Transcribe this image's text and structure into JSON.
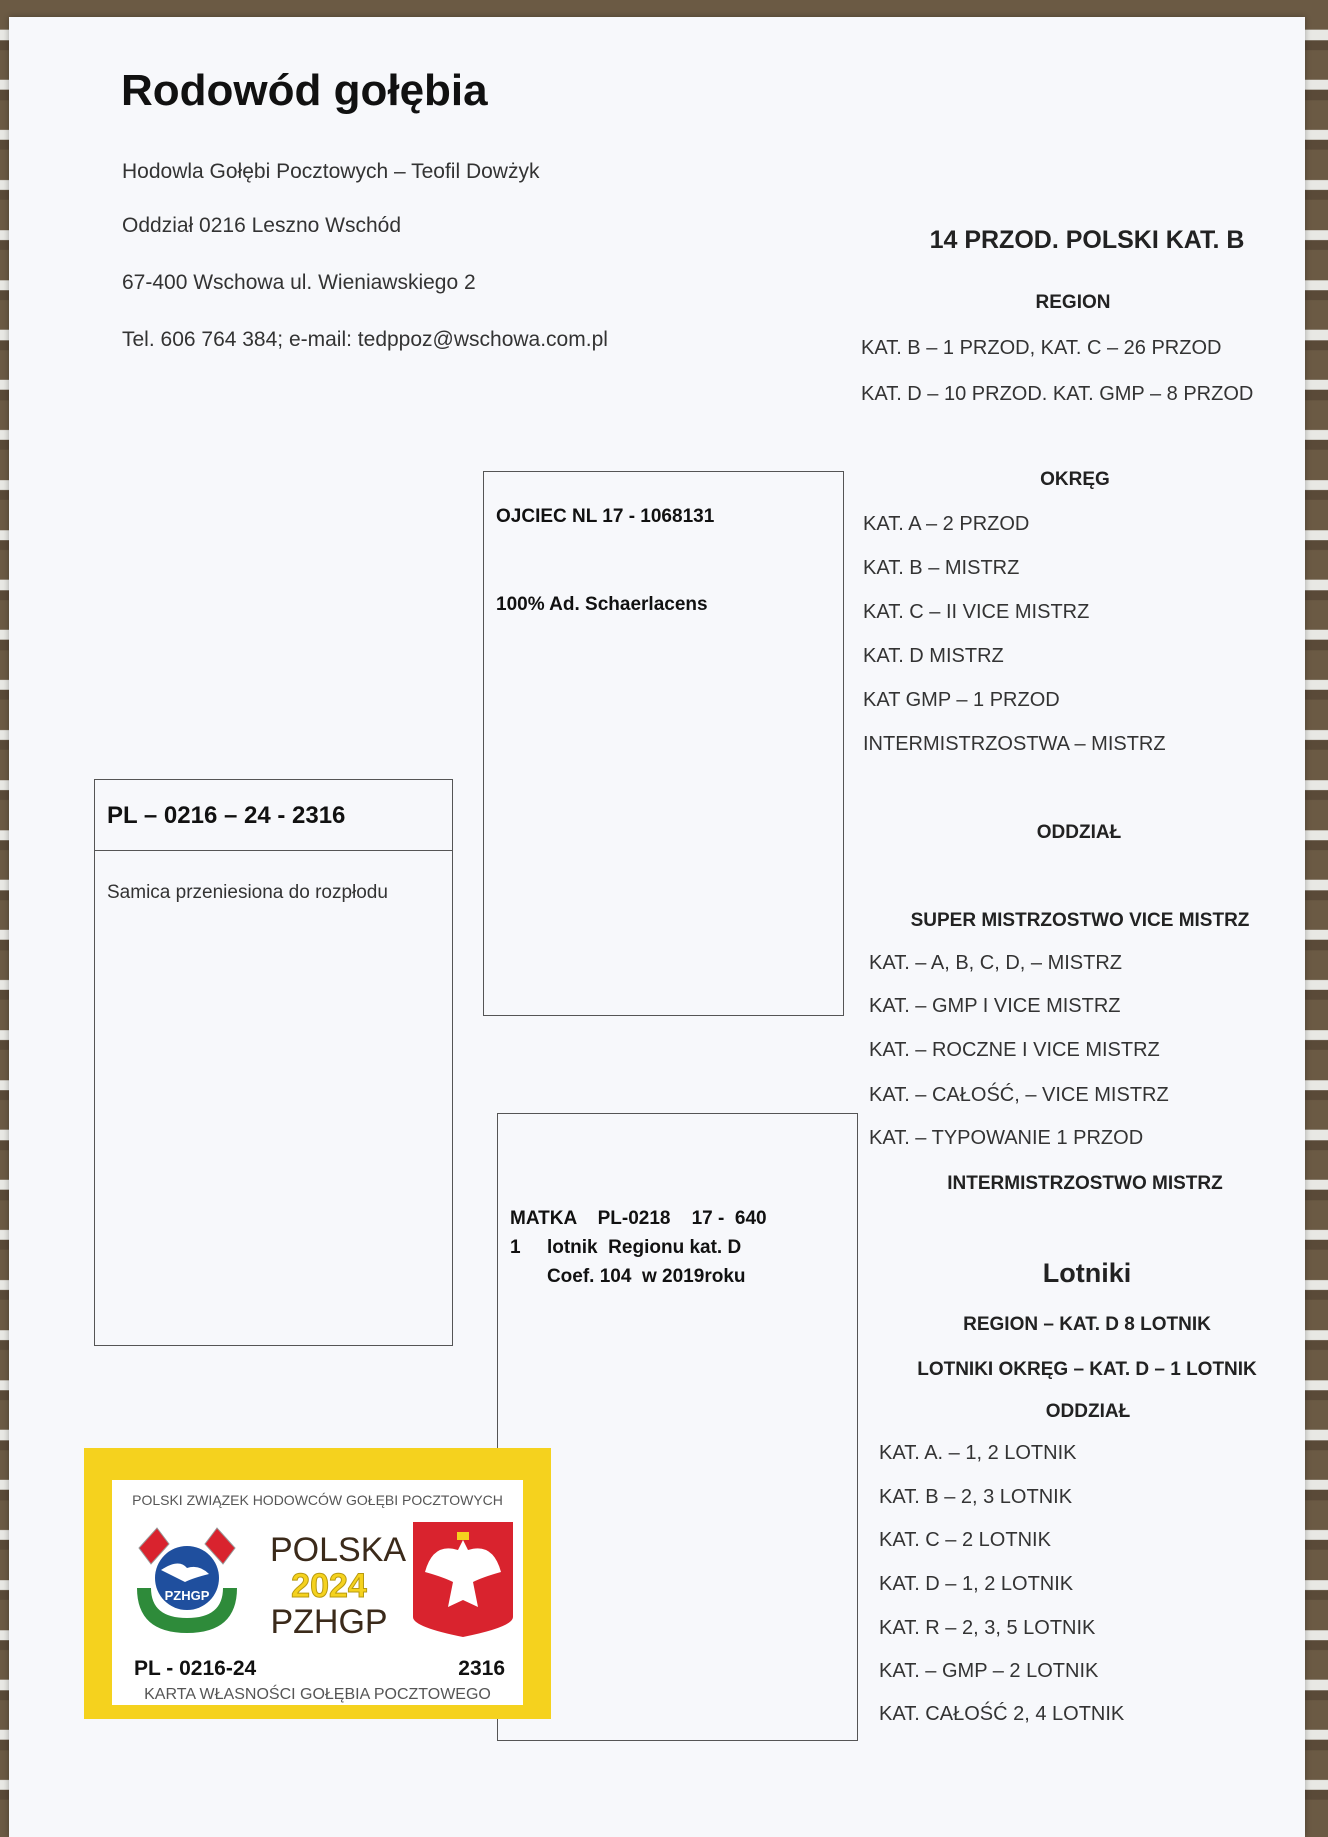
{
  "header": {
    "title": "Rodowód gołębia",
    "lines": [
      "Hodowla Gołębi Pocztowych – Teofil Dowżyk",
      "Oddział 0216  Leszno Wschód",
      "67-400 Wschowa ul. Wieniawskiego 2",
      "Tel. 606 764 384; e-mail: tedppoz@wschowa.com.pl"
    ]
  },
  "achievements": {
    "headline": "14 PRZOD. POLSKI KAT. B",
    "region": {
      "title": "REGION",
      "items": [
        "KAT. B – 1 PRZOD, KAT. C – 26 PRZOD",
        "KAT. D – 10 PRZOD. KAT. GMP – 8 PRZOD"
      ]
    },
    "okreg": {
      "title": "OKRĘG",
      "items": [
        "KAT. A – 2 PRZOD",
        "KAT. B – MISTRZ",
        "KAT. C – II VICE MISTRZ",
        "KAT. D MISTRZ",
        "KAT GMP – 1 PRZOD",
        "INTERMISTRZOSTWA – MISTRZ"
      ]
    },
    "oddzial": {
      "title": "ODDZIAŁ",
      "subtitle": "SUPER MISTRZOSTWO VICE MISTRZ",
      "items": [
        "KAT. – A, B, C, D,  –  MISTRZ",
        "KAT. – GMP I VICE MISTRZ",
        "KAT.  –  ROCZNE I VICE MISTRZ",
        "KAT.  –  CAŁOŚĆ,  –  VICE MISTRZ",
        "KAT. – TYPOWANIE 1 PRZOD"
      ],
      "footer": "INTERMISTRZOSTWO MISTRZ"
    },
    "lotniki": {
      "title": "Lotniki",
      "region": "REGION – KAT. D 8 LOTNIK",
      "okreg": "LOTNIKI OKRĘG – KAT. D – 1 LOTNIK",
      "oddzial_title": "ODDZIAŁ",
      "items": [
        "KAT. A. – 1, 2 LOTNIK",
        "KAT. B – 2, 3 LOTNIK",
        "KAT. C – 2 LOTNIK",
        "KAT. D – 1, 2 LOTNIK",
        "KAT. R – 2, 3, 5 LOTNIK",
        "KAT. – GMP – 2 LOTNIK",
        "KAT. CAŁOŚĆ 2, 4 LOTNIK"
      ]
    }
  },
  "pigeon": {
    "ring": "PL – 0216 –  24 - 2316",
    "note": "Samica przeniesiona do rozpłodu"
  },
  "father": {
    "ring": "OJCIEC  NL  17 -  1068131",
    "note": "100%  Ad.  Schaerlacens"
  },
  "mother": {
    "lines": [
      "MATKA    PL-0218    17 -  640",
      "1     lotnik  Regionu kat. D",
      "       Coef. 104  w 2019roku"
    ]
  },
  "card": {
    "org": "POLSKI ZWIĄZEK HODOWCÓW GOŁĘBI POCZTOWYCH",
    "country": "POLSKA",
    "year": "2024",
    "abbr": "PZHGP",
    "logo_text": "PZHGP",
    "ring": "PL - 0216-24",
    "number": "2316",
    "footer": "KARTA  WŁASNOŚCI GOŁĘBIA POCZTOWEGO",
    "colors": {
      "yellow": "#f5d21e",
      "red": "#d9232e",
      "blue": "#1f4f9e",
      "green": "#2e8b3a"
    }
  }
}
